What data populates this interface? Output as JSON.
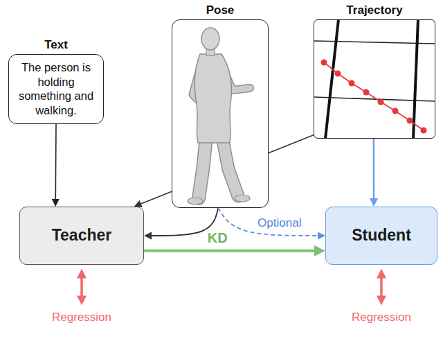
{
  "diagram": {
    "nodes": [
      {
        "text": [
          "Text",
          "The person is holding something and walking."
        ]
      },
      {
        "text": [
          "Pose"
        ]
      },
      {
        "text": [
          "Trajectory"
        ]
      },
      {
        "text": [
          "Teacher"
        ]
      },
      {
        "text": [
          "Student"
        ]
      }
    ],
    "edges": [
      {
        "from": 0,
        "to": 3,
        "arrow": "to"
      },
      {
        "from": 2,
        "to": 3,
        "arrow": "to"
      },
      {
        "from": 1,
        "to": 3,
        "arrow": "to"
      },
      {
        "from": 3,
        "to": 4,
        "label": "KD",
        "arrow": "to"
      },
      {
        "from": 1,
        "to": 4,
        "label": "Optional",
        "arrow": "to"
      },
      {
        "from": 2,
        "to": 4,
        "arrow": "to"
      }
    ],
    "labels": [
      "Regression",
      "Regression"
    ]
  }
}
